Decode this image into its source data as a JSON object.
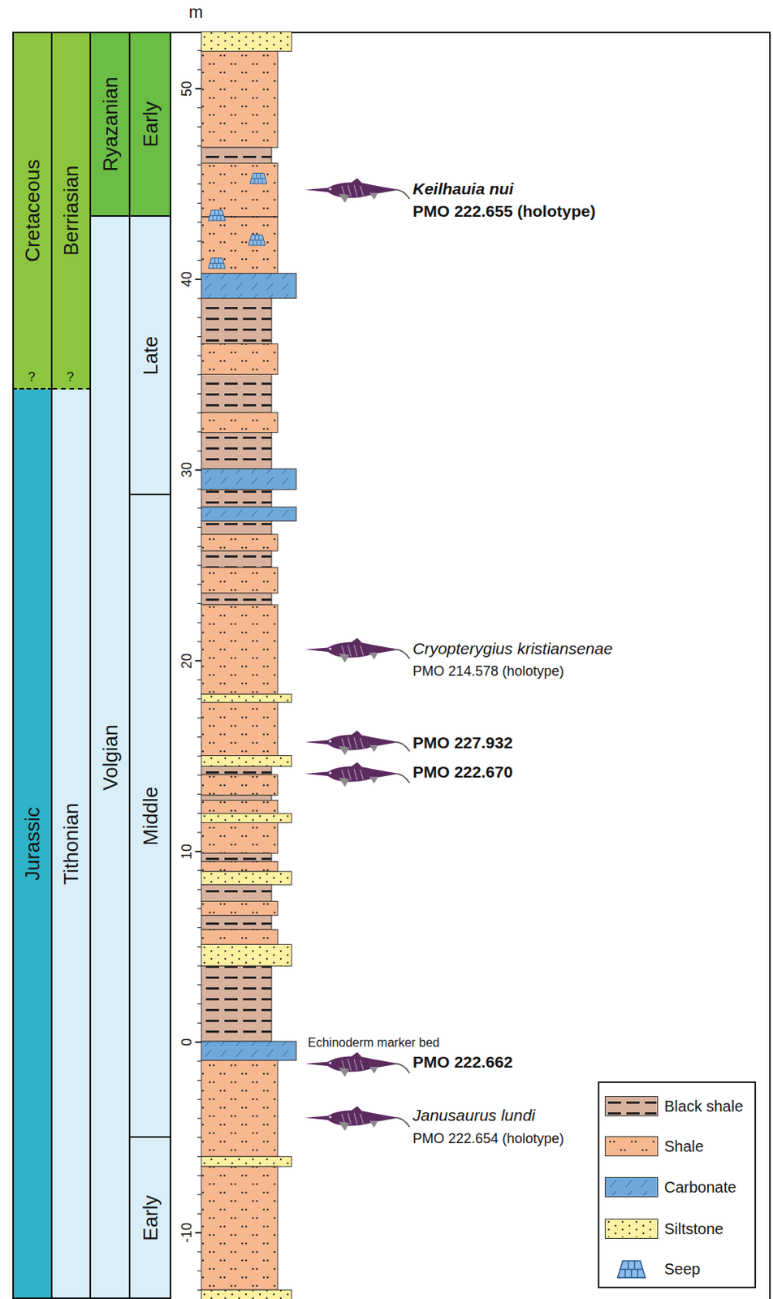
{
  "diagram": {
    "nodes": [
      {
        "text": [
          "Cretaceous"
        ]
      },
      {
        "text": [
          "Jurassic"
        ]
      },
      {
        "text": [
          "Berriasian"
        ]
      },
      {
        "text": [
          "Tithonian"
        ]
      },
      {
        "text": [
          "Ryazanian"
        ]
      },
      {
        "text": [
          "Volgian"
        ]
      },
      {
        "text": [
          "Early"
        ]
      },
      {
        "text": [
          "Late"
        ]
      },
      {
        "text": [
          "Middle"
        ]
      },
      {
        "text": [
          "Early"
        ]
      }
    ],
    "labels": [
      "m",
      "50",
      "40",
      "30",
      "20",
      "10",
      "0",
      "-10",
      "?",
      "?",
      "Keilhauia nui",
      "PMO 222.655 (holotype)",
      "Cryopterygius kristiansenae",
      "PMO 214.578 (holotype)",
      "PMO 227.932",
      "PMO 222.670",
      "Echinoderm marker bed",
      "PMO 222.662",
      "Janusaurus lundi",
      "PMO 222.654 (holotype)"
    ],
    "legend": [
      {
        "text": "Black shale",
        "color": "#d9b29d"
      },
      {
        "text": "Shale",
        "color": "#f8b88f"
      },
      {
        "text": "Carbonate",
        "color": "#6fa8d9"
      },
      {
        "text": "Siltstone",
        "color": "#fdf1a1"
      },
      {
        "text": "Seep"
      }
    ]
  }
}
